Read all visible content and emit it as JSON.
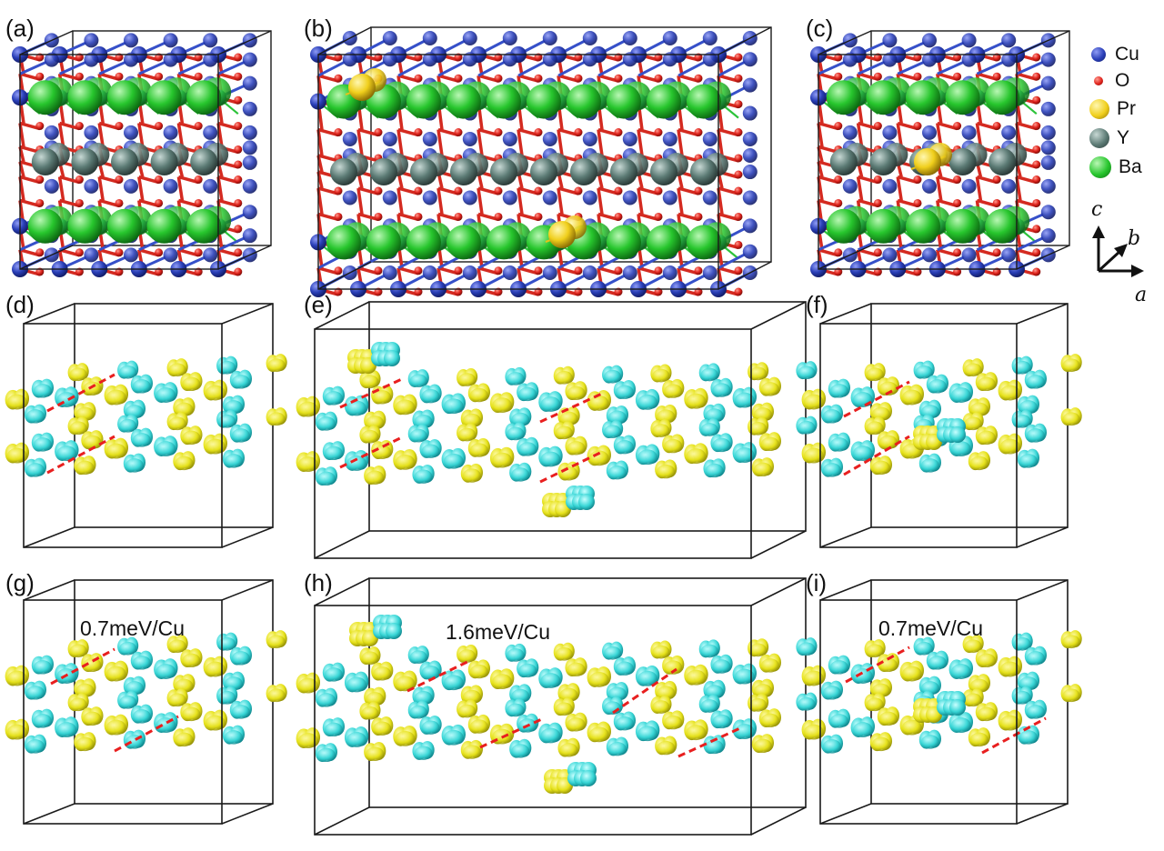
{
  "panel_labels": {
    "a": "(a)",
    "b": "(b)",
    "c": "(c)",
    "d": "(d)",
    "e": "(e)",
    "f": "(f)",
    "g": "(g)",
    "h": "(h)",
    "i": "(i)"
  },
  "energy_labels": {
    "g": "0.7meV/Cu",
    "h": "1.6meV/Cu",
    "i": "0.7meV/Cu"
  },
  "legend": [
    {
      "label": "Cu",
      "color": "#2a3fb8"
    },
    {
      "label": "O",
      "color": "#e0231c"
    },
    {
      "label": "Pr",
      "color": "#f0cf1c"
    },
    {
      "label": "Y",
      "color": "#5b7a74"
    },
    {
      "label": "Ba",
      "color": "#27c62d"
    }
  ],
  "axes": {
    "c": "c",
    "b": "b",
    "a": "a"
  },
  "colors": {
    "spin_up": "#e6e21a",
    "spin_down": "#38d6d6",
    "afm_stripe": "#e81f1f",
    "cell_edge": "#1a1a1a"
  }
}
